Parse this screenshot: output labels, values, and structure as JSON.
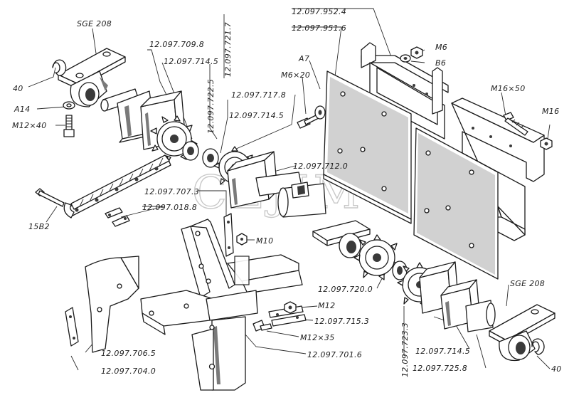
{
  "watermark": "CEJIM",
  "labels": {
    "sge208_left": "SGE 208",
    "n40_left": "40",
    "a14": "A14",
    "m12x40": "M12×40",
    "p709_8": "12.097.709.8",
    "p714_5_top": "12.097.714.5",
    "p721_7": "12.097.721.7",
    "p722_5": "12.097.722.5",
    "p717_8": "12.097.717.8",
    "p714_5_mid": "12.097.714.5",
    "a7": "A7",
    "m6x20": "M6×20",
    "p952_4": "12.097.952.4",
    "p951_6": "12.097.951.6",
    "m6": "M6",
    "b6": "B6",
    "m16x50": "M16×50",
    "m16": "M16",
    "p712_0": "12.097.712.0",
    "p707_3": "12.097.707.3",
    "p018_8": "12.097.018.8",
    "n15b2": "15В2",
    "m10": "M10",
    "p720_0": "12.097.720.0",
    "m12": "M12",
    "p715_3": "12.097.715.3",
    "m12x35": "M12×35",
    "p701_6": "12.097.701.6",
    "p706_5": "12.097.706.5",
    "p704_0": "12.097.704.0",
    "p723_3": "12.097.723.3",
    "p714_5_bot": "12.097.714.5",
    "p725_8": "12.097.725.8",
    "sge208_right": "SGE 208",
    "n40_right": "40"
  }
}
